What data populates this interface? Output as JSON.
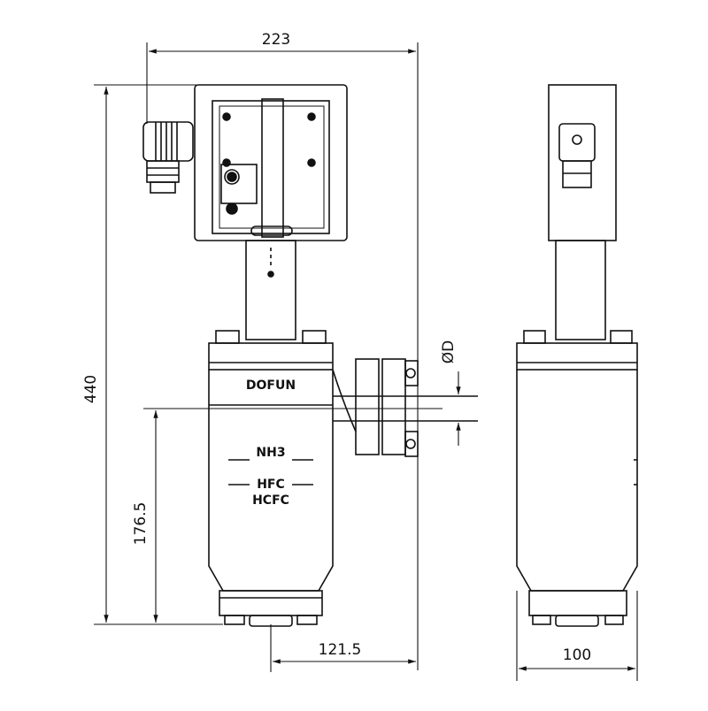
{
  "drawing": {
    "dimensions": {
      "overall_width": "223",
      "overall_height": "440",
      "pipe_centerline_height": "176.5",
      "pipe_offset": "121.5",
      "side_width": "100",
      "pipe_diameter": "ØD"
    },
    "labels": {
      "brand": "DOFUN",
      "refrigerant_1": "NH3",
      "refrigerant_2": "HFC",
      "refrigerant_3": "HCFC"
    }
  }
}
